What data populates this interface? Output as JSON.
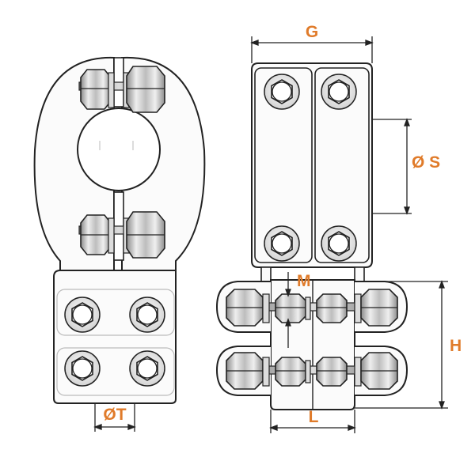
{
  "colors": {
    "accent": "#E07B2A",
    "line": "#222222",
    "fill_light": "#f6f6f6",
    "nut_mid": "#d9d9d9"
  },
  "labels": {
    "G": "G",
    "S": "Ø S",
    "M": "M",
    "H": "H",
    "L": "L",
    "T": "ØT"
  }
}
